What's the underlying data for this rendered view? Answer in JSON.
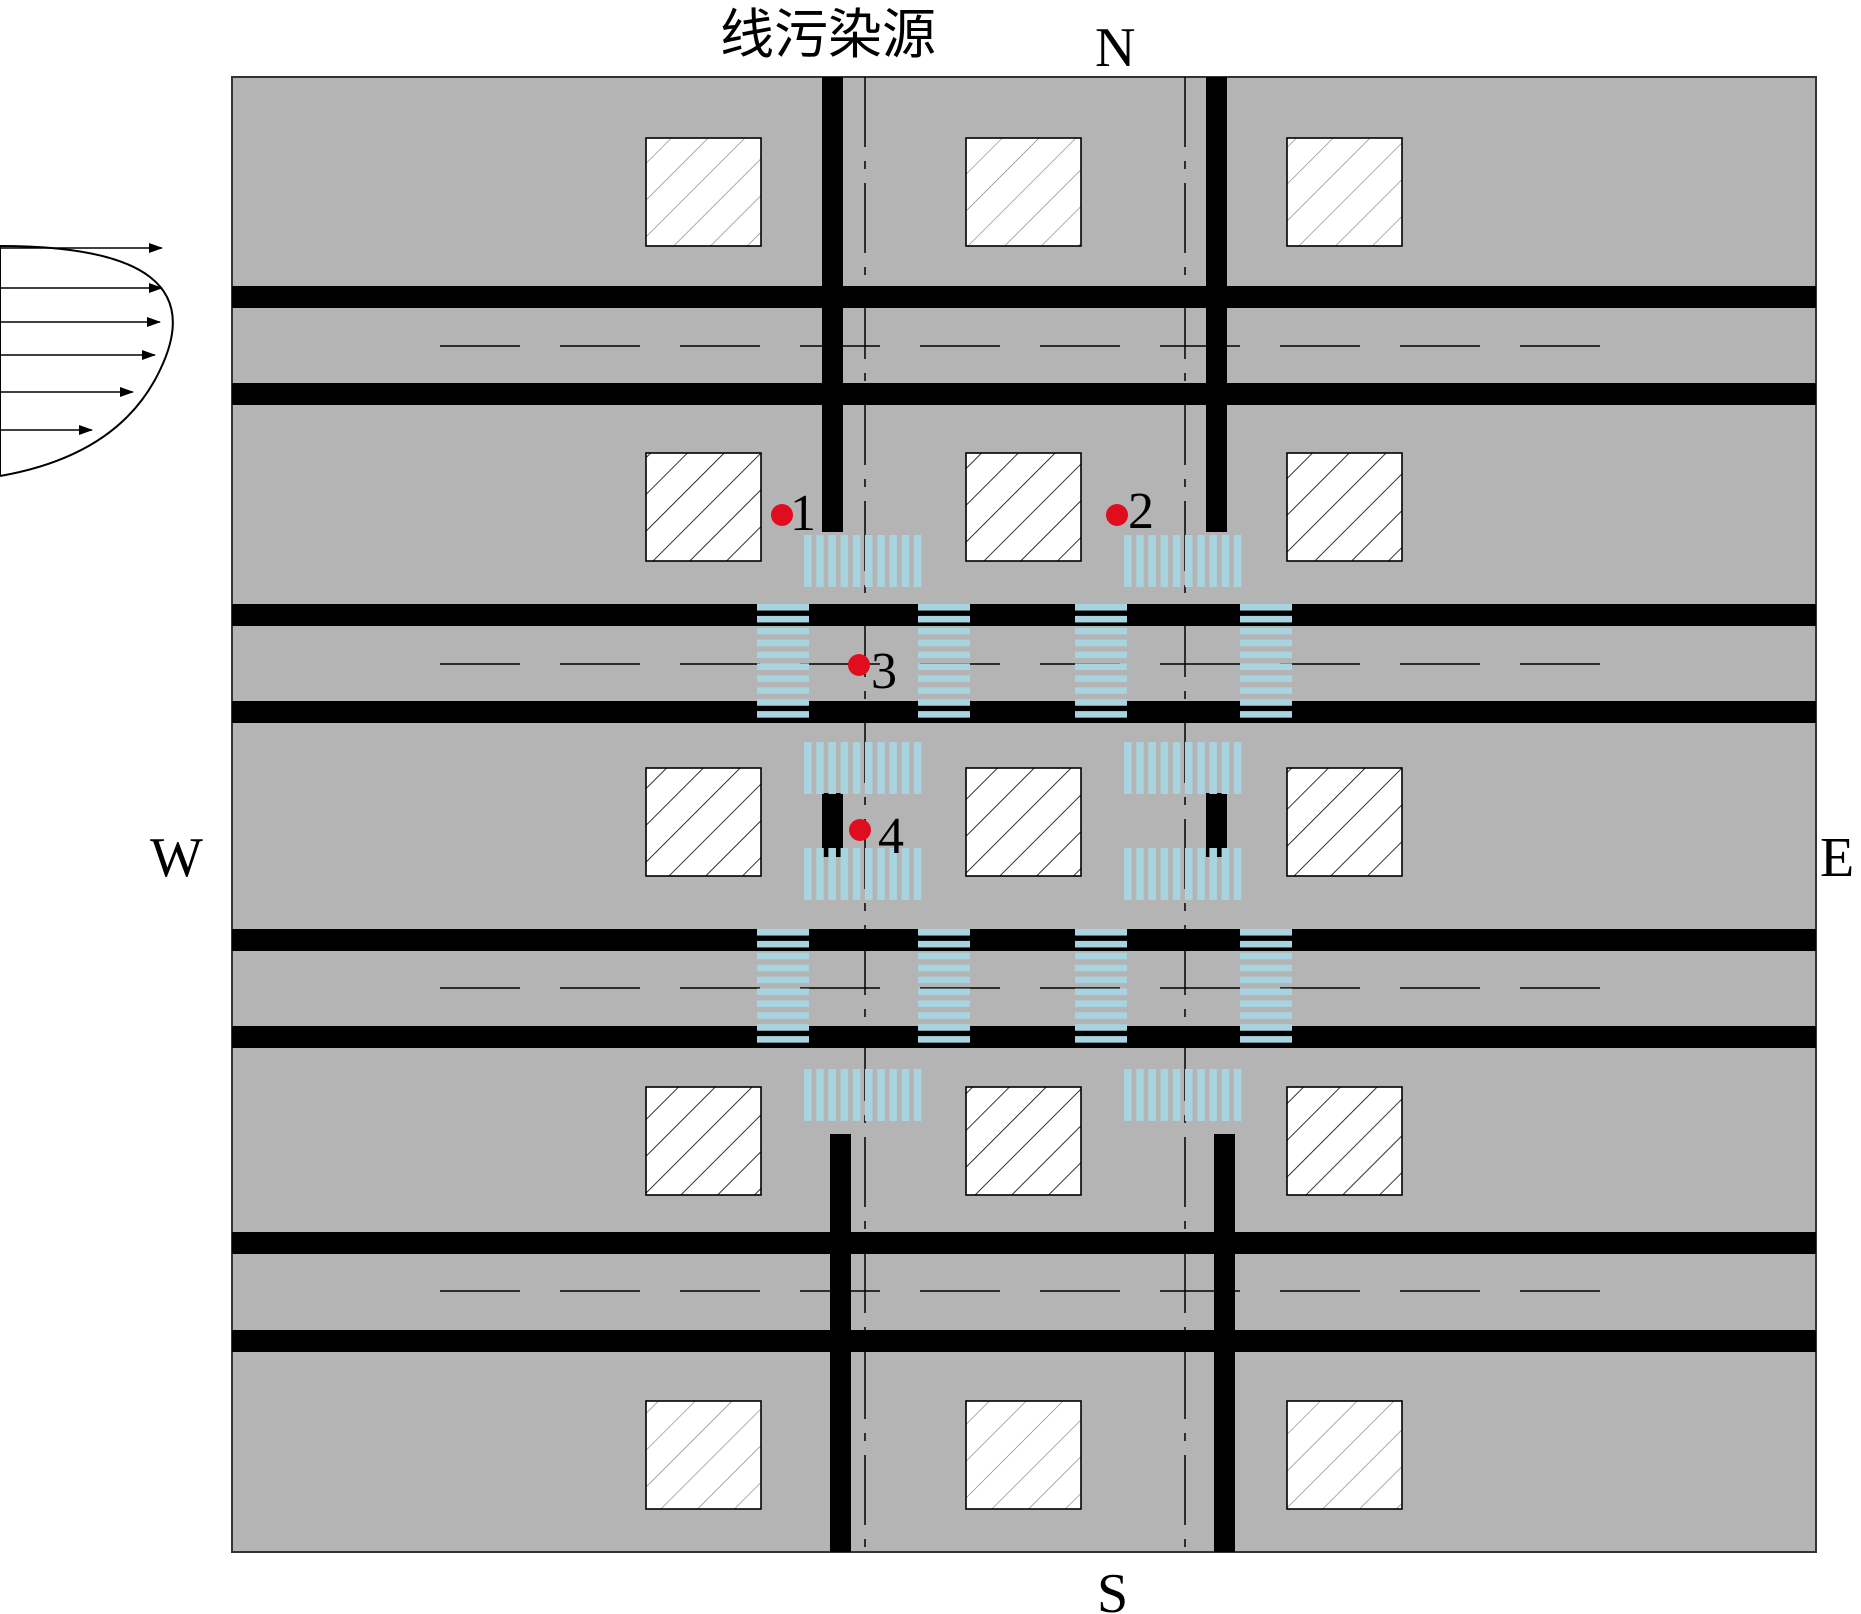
{
  "title": "线污染源",
  "compass": {
    "north": "N",
    "south": "S",
    "west": "W",
    "east": "E"
  },
  "monitoring_points": [
    {
      "label": "1"
    },
    {
      "label": "2"
    },
    {
      "label": "3"
    },
    {
      "label": "4"
    }
  ],
  "colors": {
    "ground": "#b4b4b4",
    "road_edge": "#000000",
    "crosswalk": "#a8d4e0",
    "monitor_point": "#e00d1f",
    "building_fill": "#ffffff",
    "border": "#333333"
  },
  "icons": {
    "building": "hatched-square-icon",
    "wind_profile": "wind-profile-arrows-icon",
    "monitor": "red-dot-icon"
  }
}
